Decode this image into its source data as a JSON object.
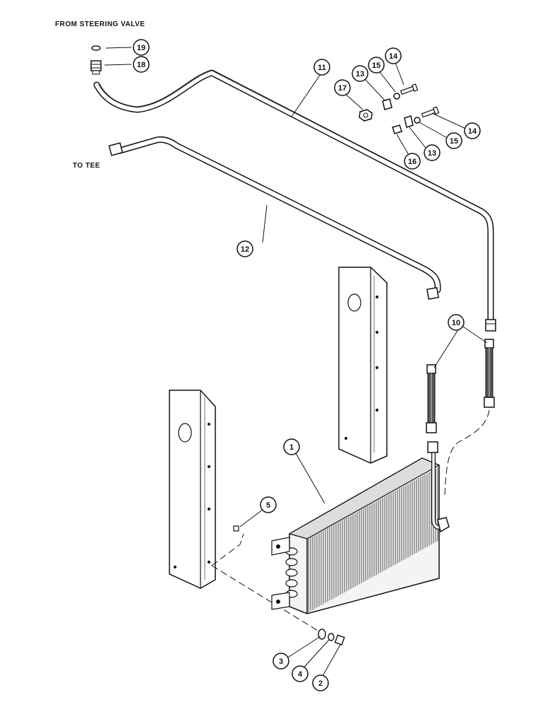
{
  "labels": {
    "from_steering_valve": "FROM STEERING VALVE",
    "to_tee": "TO TEE"
  },
  "callouts": {
    "c1": "1",
    "c2": "2",
    "c3": "3",
    "c4": "4",
    "c5": "5",
    "c10": "10",
    "c11": "11",
    "c12": "12",
    "c13a": "13",
    "c13b": "13",
    "c14a": "14",
    "c14b": "14",
    "c15a": "15",
    "c15b": "15",
    "c16": "16",
    "c17": "17",
    "c18": "18",
    "c19": "19"
  }
}
